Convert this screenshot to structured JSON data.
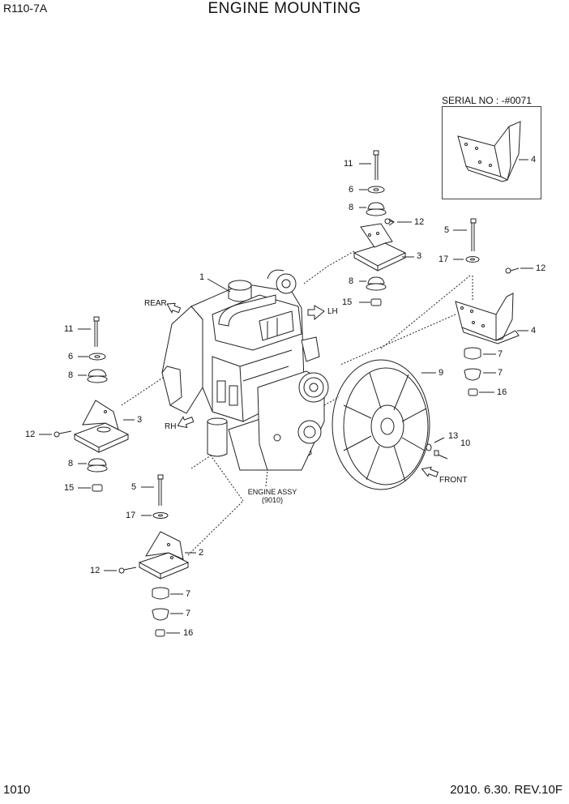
{
  "header": {
    "model": "R110-7A",
    "title": "ENGINE MOUNTING"
  },
  "footer": {
    "page": "1010",
    "revision": "2010. 6.30.  REV.10F"
  },
  "serial_note": "SERIAL NO : -#0071",
  "direction_labels": {
    "rear": "REAR",
    "lh": "LH",
    "rh": "RH",
    "front": "FRONT"
  },
  "engine_assy": {
    "name": "ENGINE ASSY",
    "code": "(9010)"
  },
  "callouts": {
    "c1": "1",
    "c2": "2",
    "c3a": "3",
    "c3b": "3",
    "c4a": "4",
    "c4b": "4",
    "c5a": "5",
    "c5b": "5",
    "c6a": "6",
    "c6b": "6",
    "c7a": "7",
    "c7b": "7",
    "c7c": "7",
    "c7d": "7",
    "c8a": "8",
    "c8b": "8",
    "c8c": "8",
    "c8d": "8",
    "c9": "9",
    "c10": "10",
    "c11a": "11",
    "c11b": "11",
    "c12a": "12",
    "c12b": "12",
    "c12c": "12",
    "c12d": "12",
    "c13": "13",
    "c15a": "15",
    "c15b": "15",
    "c16a": "16",
    "c16b": "16",
    "c17a": "17",
    "c17b": "17"
  }
}
